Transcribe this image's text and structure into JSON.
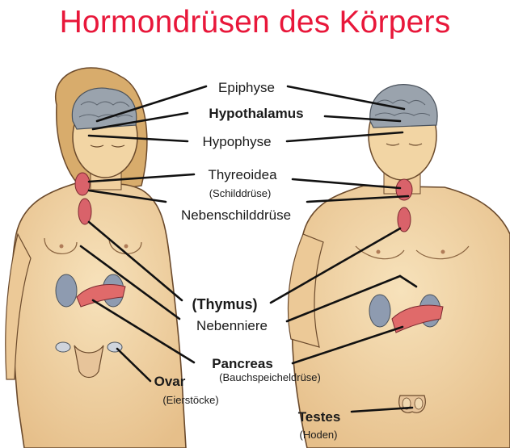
{
  "title": "Hormondrüsen des Körpers",
  "labels": {
    "epiphyse": "Epiphyse",
    "hypothalamus": "Hypothalamus",
    "hypophyse": "Hypophyse",
    "thyreoidea": "Thyreoidea",
    "thyreoidea_sub": "(Schilddrüse)",
    "nebenschilddruese": "Nebenschilddrüse",
    "thymus": "(Thymus)",
    "nebenniere": "Nebenniere",
    "pancreas": "Pancreas",
    "pancreas_sub": "(Bauchspeicheldrüse)",
    "ovar": "Ovar",
    "ovar_sub": "(Eierstöcke)",
    "testes": "Testes",
    "testes_sub": "(Hoden)"
  },
  "colors": {
    "title": "#e8173a",
    "skin": "#f3d8a8",
    "skin_shade": "#e2b983",
    "outline": "#6b4a2c",
    "hair": "#d4a868",
    "brain": "#9aa3ad",
    "gland": "#d9626a",
    "kidney": "#8e9bb0",
    "pancreas": "#e06a6a"
  }
}
